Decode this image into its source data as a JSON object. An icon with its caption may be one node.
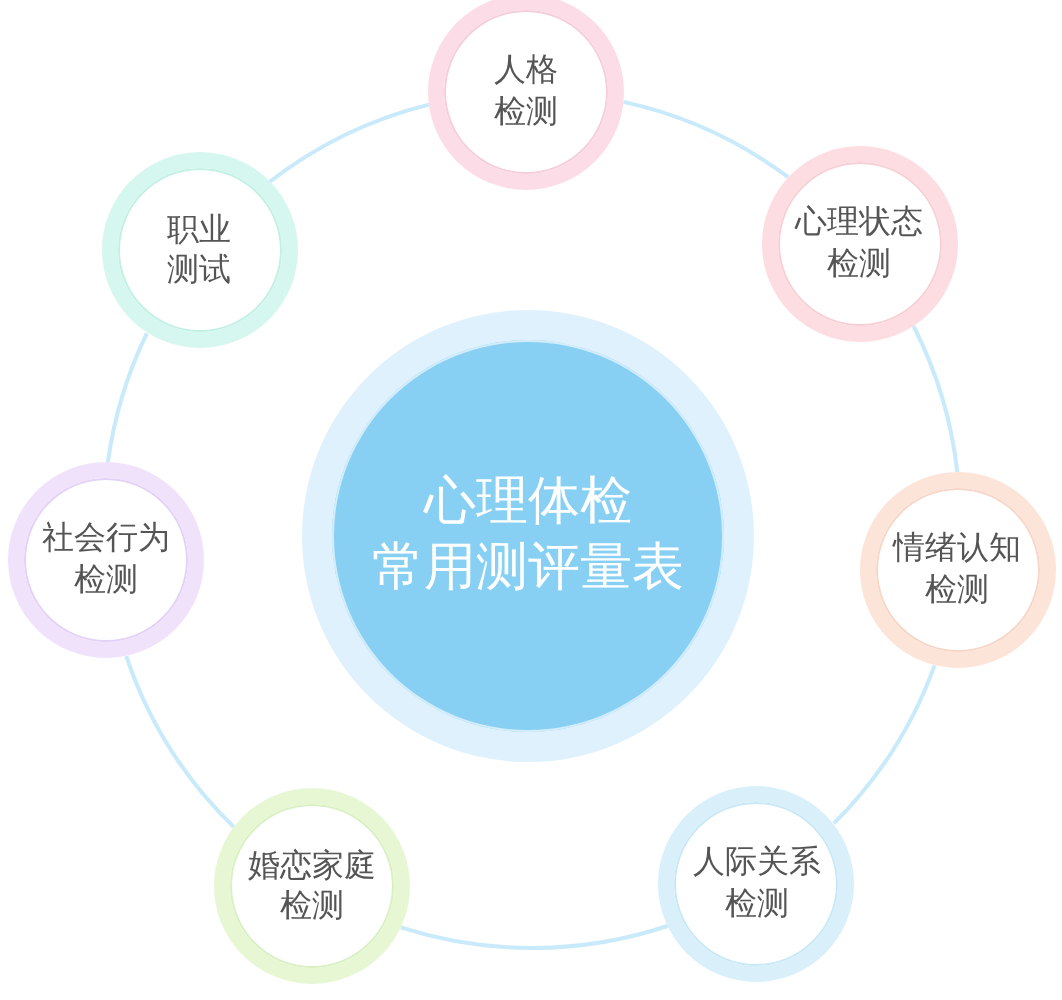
{
  "diagram": {
    "nodes": [
      {
        "text": [
          "心理体检常用测评量表"
        ]
      },
      {
        "text": [
          "人格检测"
        ]
      },
      {
        "text": [
          "心理状态检测"
        ]
      },
      {
        "text": [
          "情绪认知检测"
        ]
      },
      {
        "text": [
          "人际关系检测"
        ]
      },
      {
        "text": [
          "婚恋家庭检测"
        ]
      },
      {
        "text": [
          "社会行为检测"
        ]
      },
      {
        "text": [
          "职业测试"
        ]
      }
    ],
    "edges": [
      {
        "from": 1,
        "to": 2,
        "arrow": "none"
      },
      {
        "from": 2,
        "to": 3,
        "arrow": "none"
      },
      {
        "from": 3,
        "to": 4,
        "arrow": "none"
      },
      {
        "from": 4,
        "to": 5,
        "arrow": "none"
      },
      {
        "from": 5,
        "to": 6,
        "arrow": "none"
      },
      {
        "from": 6,
        "to": 7,
        "arrow": "none"
      },
      {
        "from": 7,
        "to": 1,
        "arrow": "none"
      }
    ]
  }
}
